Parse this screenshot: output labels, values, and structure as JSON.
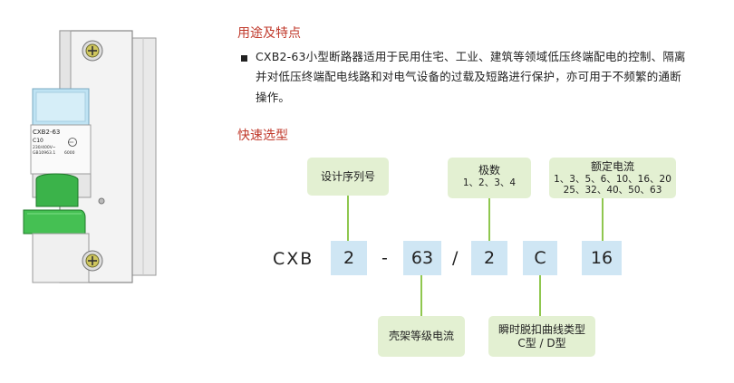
{
  "sections": {
    "features_title": "用途及特点",
    "selection_title": "快速选型"
  },
  "description": {
    "line1": "CXB2-63小型断路器适用于民用住宅、工业、建筑等领域低压终端配电的控制、隔离",
    "line2": "并对低压终端配电线路和对电气设备的过载及短路进行保护，亦可用于不频繁的通断",
    "line3": "操作。"
  },
  "breaker_label": {
    "model": "CXB2-63",
    "rating": "C10",
    "voltage": "230/400V~",
    "standard": "GB10963.1",
    "capacity": "6000",
    "cert": "CCC"
  },
  "code": {
    "prefix": "CXB",
    "poles": "2",
    "dash": "-",
    "frame": "63",
    "slash": "/",
    "series": "2",
    "curve": "C",
    "current": "16"
  },
  "callouts": {
    "design_serial": "设计序列号",
    "poles_title": "极数",
    "poles_values": "1、2、3、4",
    "rated_title": "额定电流",
    "rated_values_1": "1、3、5、6、10、16、20",
    "rated_values_2": "25、32、40、50、63",
    "frame_current": "壳架等级电流",
    "trip_title": "瞬时脱扣曲线类型",
    "trip_values": "C型 / D型"
  },
  "colors": {
    "title_red": "#c0392b",
    "code_blue": "#cfe6f4",
    "callout_green": "#e3f0d2",
    "line_green": "#8fc74f",
    "handle_green": "#3bb34a"
  }
}
